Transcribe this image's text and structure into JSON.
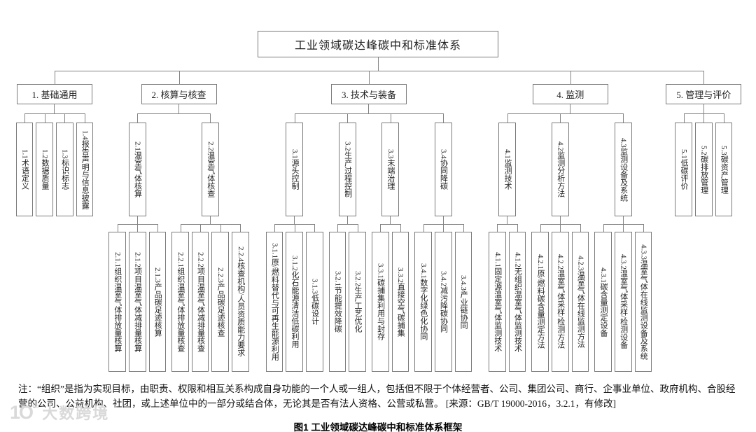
{
  "title": "工业领域碳达峰碳中和标准体系",
  "colors": {
    "line": "#828282",
    "box_border": "#7a7a7a",
    "text": "#1f1f1f",
    "watermark": "#d9d9d9"
  },
  "categories": [
    {
      "label": "1. 基础通用",
      "groups": [
        {
          "label": "1.1术语定义",
          "children": []
        },
        {
          "label": "1.2数据质量",
          "children": []
        },
        {
          "label": "1.3标识标志",
          "children": []
        },
        {
          "label": "1.4报告声明与信息披露",
          "children": []
        }
      ]
    },
    {
      "label": "2. 核算与核查",
      "groups": [
        {
          "label": "2.1温室气体核算",
          "children": [
            "2.1.1组织温室气体排放量核算",
            "2.1.2项目温室气体减排量核算",
            "2.1.3产品碳足迹核算"
          ]
        },
        {
          "label": "2.2温室气体核查",
          "children": [
            "2.2.1组织温室气体排放量核查",
            "2.2.2项目温室气体减排量核查",
            "2.2.3产品碳足迹核查",
            "2.2.4核查机构/人员资质能力要求"
          ]
        }
      ]
    },
    {
      "label": "3. 技术与装备",
      "groups": [
        {
          "label": "3.1源头控制",
          "children": [
            "3.1.1原/燃料替代与可再生能源利用",
            "3.1.2化石能源清洁低碳利用",
            "3.1.3低碳设计"
          ]
        },
        {
          "label": "3.2生产过程控制",
          "children": [
            "3.2.1节能提效降碳",
            "3.2.2生产工艺优化"
          ]
        },
        {
          "label": "3.3末端治理",
          "children": [
            "3.3.1碳捕集利用与封存",
            "3.3.2直接空气碳捕集"
          ]
        },
        {
          "label": "3.4协同降碳",
          "children": [
            "3.4.1数字化绿色化协同",
            "3.4.2减污降碳协同",
            "3.4.3产业链协同"
          ]
        }
      ]
    },
    {
      "label": "4. 监测",
      "groups": [
        {
          "label": "4.1监测技术",
          "children": [
            "4.1.1固定源温室气体监测技术",
            "4.1.2无组织温室气体监测技术"
          ]
        },
        {
          "label": "4.2监测分析方法",
          "children": [
            "4.2.1原/燃料碳含量测定方法",
            "4.2.2温室气体采样/检测方法",
            "4.2.3温室气体在线监测方法"
          ]
        },
        {
          "label": "4.3监测设备及系统",
          "children": [
            "4.3.1碳含量测定设备",
            "4.3.2温室气体采样/检测设备",
            "4.3.3温室气体在线监测设备及系统"
          ]
        }
      ]
    },
    {
      "label": "5. 管理与评价",
      "groups": [
        {
          "label": "5.1低碳评价",
          "children": []
        },
        {
          "label": "5.2碳排放管理",
          "children": []
        },
        {
          "label": "5.3碳资产管理",
          "children": []
        }
      ]
    }
  ],
  "note": "注：“组织”是指为实现目标，由职责、权限和相互关系构成自身功能的一个人或一组人，包括但不限于个体经营者、公司、集团公司、商行、企事业单位、政府机构、合股经营的公司、公益机构、社团，或上述单位中的一部分或结合体，无论其是否有法人资格、公营或私营。  [来源：GB/T 19000-2016，3.2.1，有修改]",
  "caption": "图1 工业领域碳达峰碳中和标准体系框架",
  "watermark": {
    "logo_big": "1O",
    "logo_sup": "°°",
    "text": "大数跨境"
  }
}
